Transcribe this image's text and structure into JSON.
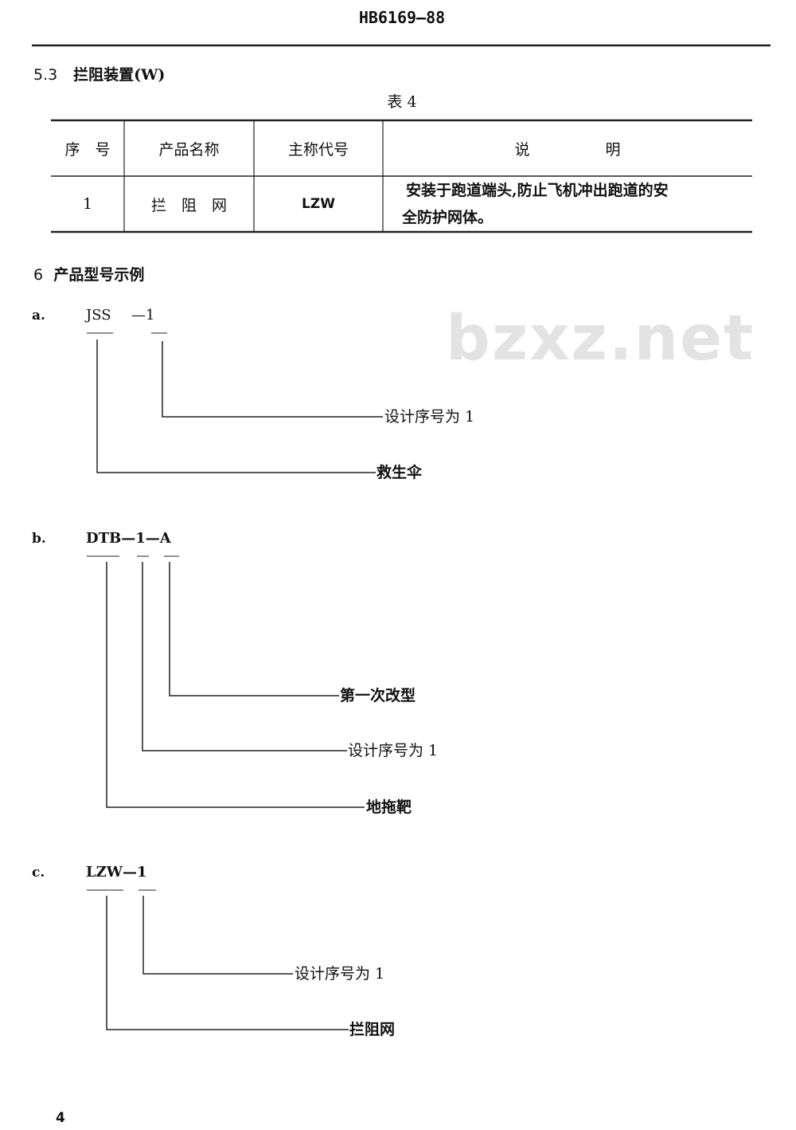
{
  "header": {
    "doc_code": "HB6169—88"
  },
  "watermark": "bzxz.net",
  "section_5_3": {
    "number": "5.3",
    "title": "拦阻装置(W)"
  },
  "table": {
    "caption": "表 4",
    "columns": [
      "序　号",
      "产品名称",
      "主称代号",
      "说　　　　　明"
    ],
    "rows": [
      {
        "no": "1",
        "name": "拦　阻　网",
        "code": "LZW",
        "desc_line1": "安装于跑道端头,防止飞机冲出跑道的安",
        "desc_line2": "全防护网体。"
      }
    ]
  },
  "section_6": {
    "number": "6",
    "title": "产品型号示例"
  },
  "examples": {
    "a": {
      "label": "a.",
      "part1": "JSS",
      "part2": "—1",
      "desc1": "设计序号为 1",
      "desc2": "救生伞"
    },
    "b": {
      "label": "b.",
      "model": "DTB—1—A",
      "desc1": "第一次改型",
      "desc2": "设计序号为 1",
      "desc3": "地拖靶"
    },
    "c": {
      "label": "c.",
      "model": "LZW—1",
      "desc1": "设计序号为 1",
      "desc2": "拦阻网"
    }
  },
  "page_number": "4"
}
